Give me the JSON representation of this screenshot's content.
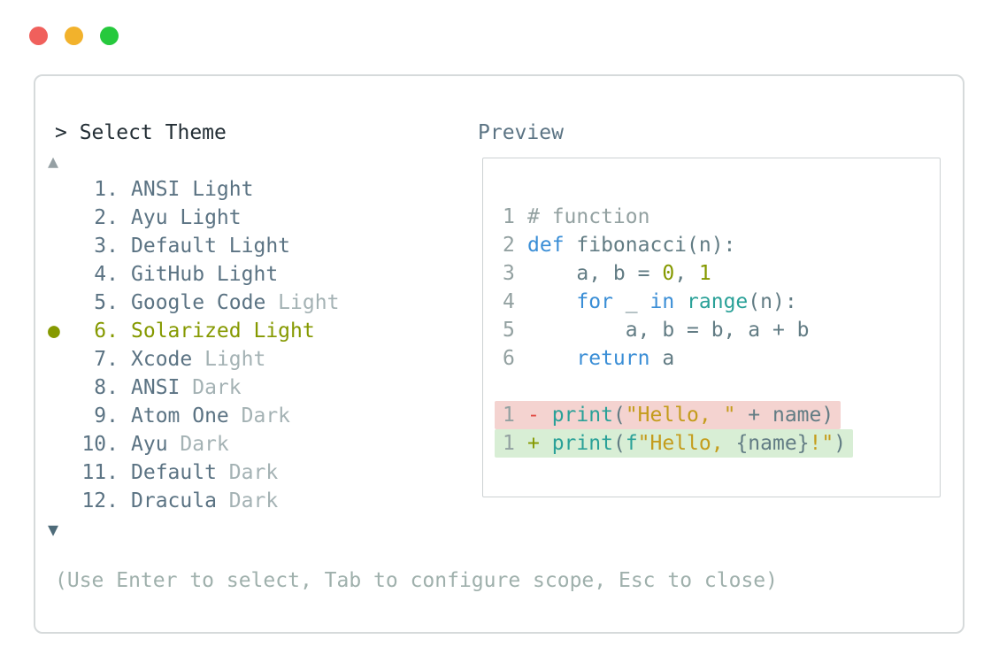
{
  "window": {
    "traffic_lights": [
      {
        "name": "close",
        "color": "#f0605c"
      },
      {
        "name": "minimize",
        "color": "#f2b22c"
      },
      {
        "name": "maximize",
        "color": "#26c93d"
      }
    ]
  },
  "prompt": {
    "text": "> Select Theme"
  },
  "theme_list": {
    "scroll_up": "▲",
    "scroll_down": "▼",
    "selected_number": 6,
    "items": [
      {
        "bullet": "",
        "num": " 1.",
        "name": "ANSI Light",
        "dim": ""
      },
      {
        "bullet": "",
        "num": " 2.",
        "name": "Ayu Light",
        "dim": ""
      },
      {
        "bullet": "",
        "num": " 3.",
        "name": "Default Light",
        "dim": ""
      },
      {
        "bullet": "",
        "num": " 4.",
        "name": "GitHub Light",
        "dim": ""
      },
      {
        "bullet": "",
        "num": " 5.",
        "name": "Google Code",
        "dim": " Light"
      },
      {
        "bullet": "●",
        "num": " 6.",
        "name": "Solarized Light",
        "dim": ""
      },
      {
        "bullet": "",
        "num": " 7.",
        "name": "Xcode",
        "dim": " Light"
      },
      {
        "bullet": "",
        "num": " 8.",
        "name": "ANSI",
        "dim": " Dark"
      },
      {
        "bullet": "",
        "num": " 9.",
        "name": "Atom One",
        "dim": " Dark"
      },
      {
        "bullet": "",
        "num": "10.",
        "name": "Ayu",
        "dim": " Dark"
      },
      {
        "bullet": "",
        "num": "11.",
        "name": "Default",
        "dim": " Dark"
      },
      {
        "bullet": "",
        "num": "12.",
        "name": "Dracula",
        "dim": " Dark"
      }
    ]
  },
  "preview": {
    "label": "Preview",
    "code": [
      {
        "n": "1",
        "tokens": [
          {
            "c": "c",
            "t": "# function"
          }
        ]
      },
      {
        "n": "2",
        "tokens": [
          {
            "c": "k",
            "t": "def"
          },
          {
            "c": "p",
            "t": " fibonacci(n):"
          }
        ]
      },
      {
        "n": "3",
        "tokens": [
          {
            "c": "p",
            "t": "    a, b = "
          },
          {
            "c": "l",
            "t": "0"
          },
          {
            "c": "p",
            "t": ", "
          },
          {
            "c": "l",
            "t": "1"
          }
        ]
      },
      {
        "n": "4",
        "tokens": [
          {
            "c": "p",
            "t": "    "
          },
          {
            "c": "k",
            "t": "for"
          },
          {
            "c": "p",
            "t": " _ "
          },
          {
            "c": "k",
            "t": "in"
          },
          {
            "c": "p",
            "t": " "
          },
          {
            "c": "f",
            "t": "range"
          },
          {
            "c": "p",
            "t": "(n):"
          }
        ]
      },
      {
        "n": "5",
        "tokens": [
          {
            "c": "p",
            "t": "        a, b = b, a + b"
          }
        ]
      },
      {
        "n": "6",
        "tokens": [
          {
            "c": "p",
            "t": "    "
          },
          {
            "c": "k",
            "t": "return"
          },
          {
            "c": "p",
            "t": " a"
          }
        ]
      }
    ],
    "diff": [
      {
        "n": "1",
        "kind": "del",
        "tokens": [
          {
            "c": "d",
            "t": "- "
          },
          {
            "c": "f",
            "t": "print"
          },
          {
            "c": "p",
            "t": "("
          },
          {
            "c": "s",
            "t": "\"Hello, \""
          },
          {
            "c": "p",
            "t": " + name)"
          }
        ]
      },
      {
        "n": "1",
        "kind": "ins",
        "tokens": [
          {
            "c": "i",
            "t": "+ "
          },
          {
            "c": "f",
            "t": "print"
          },
          {
            "c": "p",
            "t": "("
          },
          {
            "c": "f",
            "t": "f"
          },
          {
            "c": "s",
            "t": "\"Hello, "
          },
          {
            "c": "p",
            "t": "{name}"
          },
          {
            "c": "s",
            "t": "!\""
          },
          {
            "c": "p",
            "t": ")"
          }
        ]
      }
    ]
  },
  "help": {
    "text": "(Use Enter to select, Tab to configure scope, Esc to close)"
  },
  "colors": {
    "selected_accent": "#859900",
    "list_text": "#5b7383",
    "dim_text": "#a4b2b4",
    "prompt_text": "#232e35",
    "help_text": "#9fb0ac",
    "code_text": "#627c84",
    "comment": "#93a1a1",
    "keyword_blue": "#3a8ed6",
    "builtin_teal": "#2aa198",
    "string_yellow": "#c49c1b",
    "literal_olive": "#859900",
    "diff_del_bg": "#f4d3d0",
    "diff_ins_bg": "#d8eed5",
    "diff_minus_red": "#e14b44",
    "traffic_red": "#f0605c",
    "traffic_yellow": "#f2b22c",
    "traffic_green": "#26c93d"
  }
}
